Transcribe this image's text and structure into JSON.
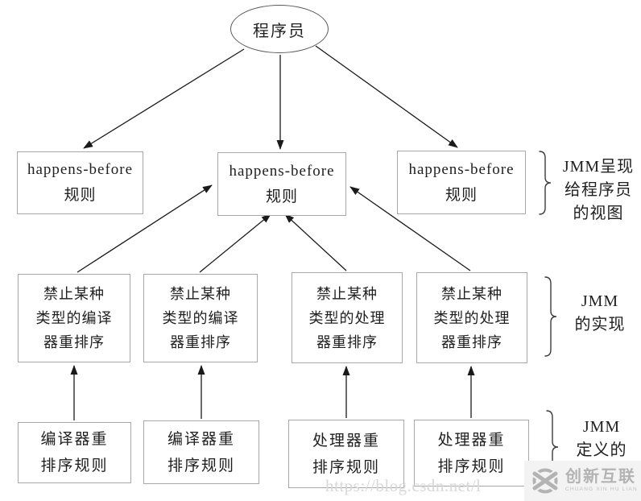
{
  "diagram": {
    "root_label": "程序员",
    "row1": {
      "boxes": [
        {
          "lines": [
            "happens-before",
            "规则"
          ]
        },
        {
          "lines": [
            "happens-before",
            "规则"
          ]
        },
        {
          "lines": [
            "happens-before",
            "规则"
          ]
        }
      ],
      "side_label": {
        "lines": [
          "JMM呈现",
          "给程序员",
          "的视图"
        ]
      }
    },
    "row2": {
      "boxes": [
        {
          "lines": [
            "禁止某种",
            "类型的编译",
            "器重排序"
          ]
        },
        {
          "lines": [
            "禁止某种",
            "类型的编译",
            "器重排序"
          ]
        },
        {
          "lines": [
            "禁止某种",
            "类型的处理",
            "器重排序"
          ]
        },
        {
          "lines": [
            "禁止某种",
            "类型的处理",
            "器重排序"
          ]
        }
      ],
      "side_label": {
        "lines": [
          "JMM",
          "的实现"
        ]
      }
    },
    "row3": {
      "boxes": [
        {
          "lines": [
            "编译器重",
            "排序规则"
          ]
        },
        {
          "lines": [
            "编译器重",
            "排序规则"
          ]
        },
        {
          "lines": [
            "处理器重",
            "排序规则"
          ]
        },
        {
          "lines": [
            "处理器重",
            "排序规则"
          ]
        }
      ],
      "side_label": {
        "lines": [
          "JMM",
          "定义的"
        ]
      }
    }
  },
  "watermark": {
    "text": "https://blog.csdn.net/l"
  },
  "logo": {
    "name": "创新互联",
    "subtitle": "CHUANG XIN HU LIAN"
  },
  "colors": {
    "box_border": "#a8a8a8",
    "text": "#1f1f1f",
    "arrow": "#1a1a1a",
    "watermark_gray": "#d8d8d8",
    "logo_gray": "#b3b3b3",
    "logo_background": "#f3f3f3"
  }
}
